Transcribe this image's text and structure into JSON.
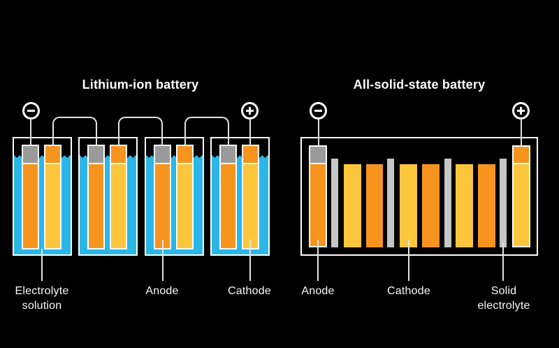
{
  "colors": {
    "background": "#000000",
    "electrolyte_cyan": "#2bb6e8",
    "orange": "#f7941e",
    "yellow": "#fcc63c",
    "collector_gray": "#9a9a9a",
    "separator_gray": "#c6c6c6",
    "outline_white": "#ffffff",
    "wire_gray": "#e2e2e2",
    "label_white": "#fafafa"
  },
  "left_panel": {
    "title": "Lithium-ion battery",
    "negative_symbol": "−",
    "positive_symbol": "+",
    "cell_count": "4",
    "labels": {
      "electrolyte_line1": "Electrolyte",
      "electrolyte_line2": "solution",
      "anode": "Anode",
      "cathode": "Cathode"
    }
  },
  "right_panel": {
    "title": "All-solid-state battery",
    "negative_symbol": "−",
    "positive_symbol": "+",
    "labels": {
      "anode": "Anode",
      "cathode": "Cathode",
      "solid_electrolyte_line1": "Solid",
      "solid_electrolyte_line2": "electrolyte"
    }
  }
}
